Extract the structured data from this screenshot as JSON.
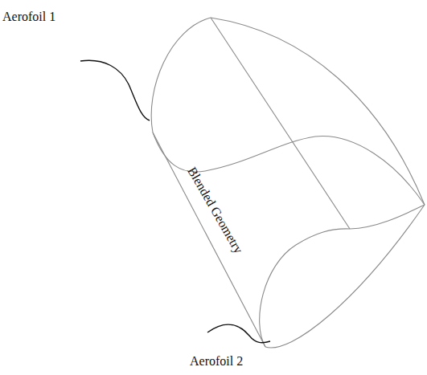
{
  "diagram": {
    "labels": [
      "Aerofoil 1",
      "Blended Geometry",
      "Aerofoil 2"
    ]
  }
}
